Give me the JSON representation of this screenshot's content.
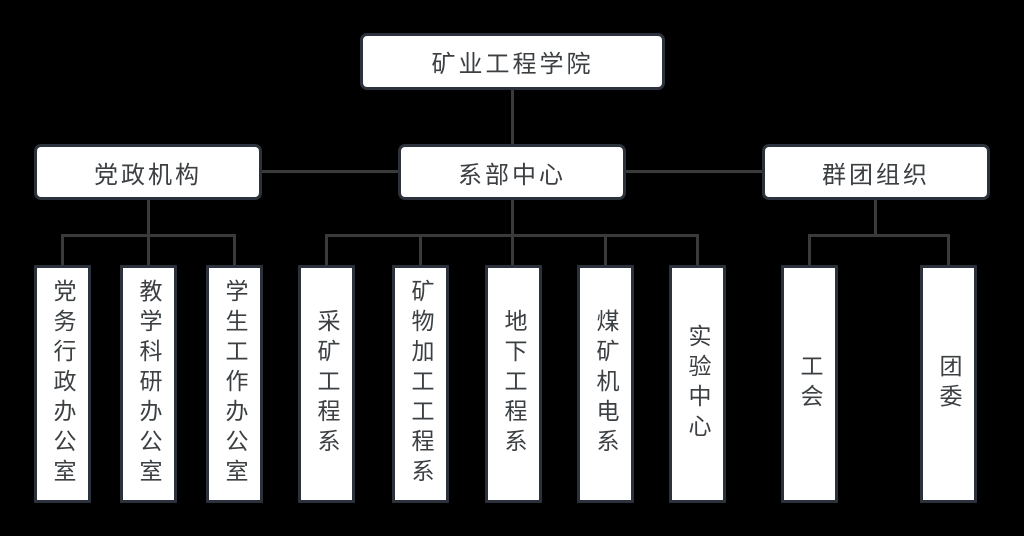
{
  "root": {
    "label": "矿业工程学院"
  },
  "groups": [
    {
      "label": "党政机构",
      "children": [
        "党务行政办公室",
        "教学科研办公室",
        "学生工作办公室"
      ]
    },
    {
      "label": "系部中心",
      "children": [
        "采矿工程系",
        "矿物加工工程系",
        "地下工程系",
        "煤矿机电系",
        "实验中心"
      ]
    },
    {
      "label": "群团组织",
      "children": [
        "工会",
        "团委"
      ]
    }
  ],
  "colors": {
    "background": "#000000",
    "box-bg": "#ffffff",
    "box-border": "#2b323c",
    "line": "#3a3a3a",
    "text": "#3c4043"
  }
}
